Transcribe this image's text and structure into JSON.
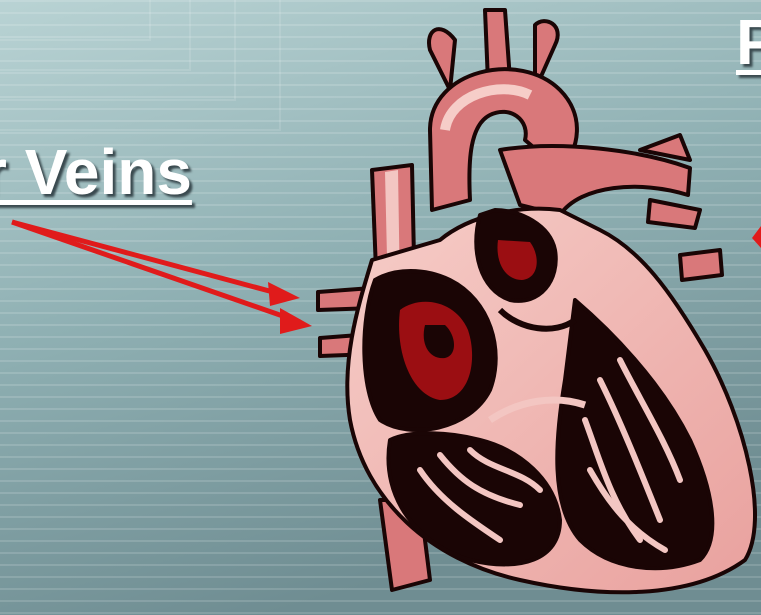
{
  "labels": {
    "left": "r Veins",
    "right": "P"
  },
  "colors": {
    "background_light": "#a9c7c9",
    "background_dark": "#6b8a8e",
    "heart_outer": "#d9787a",
    "heart_light": "#f3c6c2",
    "heart_dark": "#1a0505",
    "blood": "#9b0e12",
    "arrow": "#e01b1b"
  },
  "icons": [
    "heart-illustration",
    "arrow-icon"
  ]
}
